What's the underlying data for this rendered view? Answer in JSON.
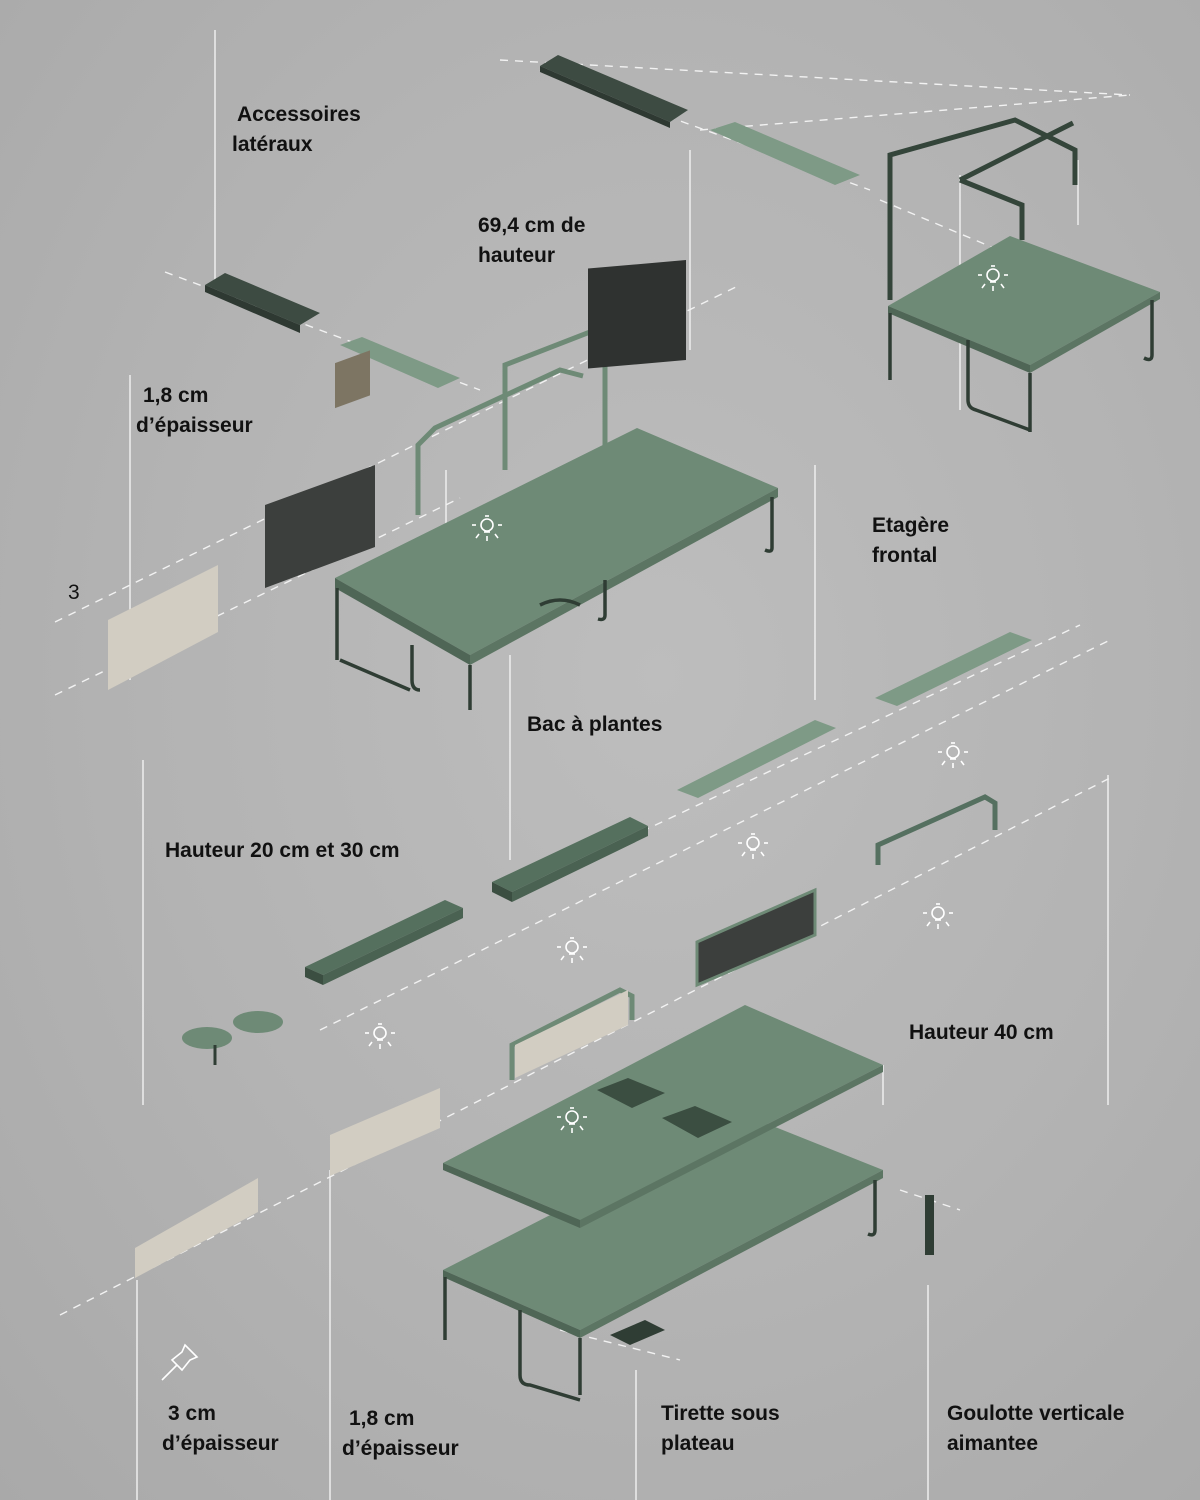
{
  "labels": {
    "accessoires": [
      "Accessoires",
      "latéraux"
    ],
    "hauteur_69": [
      "69,4 cm de",
      "hauteur"
    ],
    "epaisseur_top": [
      "1,8 cm",
      "d’épaisseur"
    ],
    "marker_3": "3",
    "etagere": [
      "Etagère",
      "frontal"
    ],
    "bac": "Bac à plantes",
    "hauteur_20_30": "Hauteur 20 cm et 30 cm",
    "hauteur_40": "Hauteur 40 cm",
    "epaisseur_3cm": [
      "3 cm",
      "d’épaisseur"
    ],
    "epaisseur_18_bottom": [
      "1,8 cm",
      "d’épaisseur"
    ],
    "tirette": [
      "Tirette sous",
      "plateau"
    ],
    "goulotte": [
      "Goulotte verticale",
      "aimantee"
    ]
  },
  "colors": {
    "background": "#b4b4b4",
    "green_top": "#6e8a76",
    "green_side": "#4f6656",
    "frame": "#2f3d34",
    "felt": "#d2cdc2",
    "dark_panel": "#3a3d3b",
    "guide": "#f2f2f2"
  }
}
